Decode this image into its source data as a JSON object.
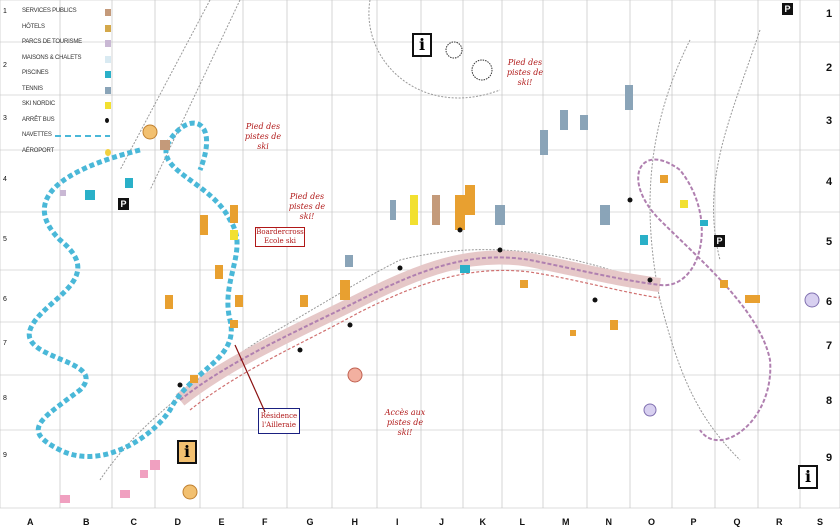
{
  "legend": [
    {
      "label": "SERVICES PUBLICS",
      "color": "#c49a7a"
    },
    {
      "label": "HÔTELS",
      "color": "#d4a84a"
    },
    {
      "label": "PARCS DE TOURISME",
      "color": "#c9b8d4"
    },
    {
      "label": "MAISONS & CHALETS",
      "color": "#d9eaf2"
    },
    {
      "label": "PISCINES",
      "color": "#2ab0c8"
    },
    {
      "label": "TENNIS",
      "color": "#8aa4b8"
    },
    {
      "label": "SKI NORDIC",
      "color": "#f2e030"
    },
    {
      "label": "ARRÊT BUS",
      "color": "#111111"
    },
    {
      "label": "NAVETTES",
      "color": "#4ab8d8"
    },
    {
      "label": "AÉROPORT",
      "color": "#f2d040"
    }
  ],
  "rows": [
    "1",
    "2",
    "3",
    "4",
    "5",
    "6",
    "7",
    "8",
    "9"
  ],
  "columns": [
    "A",
    "B",
    "C",
    "D",
    "E",
    "F",
    "G",
    "H",
    "I",
    "J",
    "K",
    "L",
    "M",
    "N",
    "O",
    "P",
    "Q",
    "R",
    "S"
  ],
  "annotations": {
    "ski1": "Pied des pistes de ski",
    "ski2": "Pied des pistes de ski!",
    "ski3": "Pied des pistes de ski!",
    "access": "Accès aux pistes de ski!",
    "school": "Boardercross Ecole ski",
    "residence": "Résidence l'Ailleraie"
  },
  "colors": {
    "river": "#4ab8d8",
    "shuttle": "#e8a0a0",
    "road": "#888888",
    "accent": "#b01818"
  },
  "icons": [
    "info-icon",
    "parking-icon",
    "bus-stop-icon"
  ]
}
